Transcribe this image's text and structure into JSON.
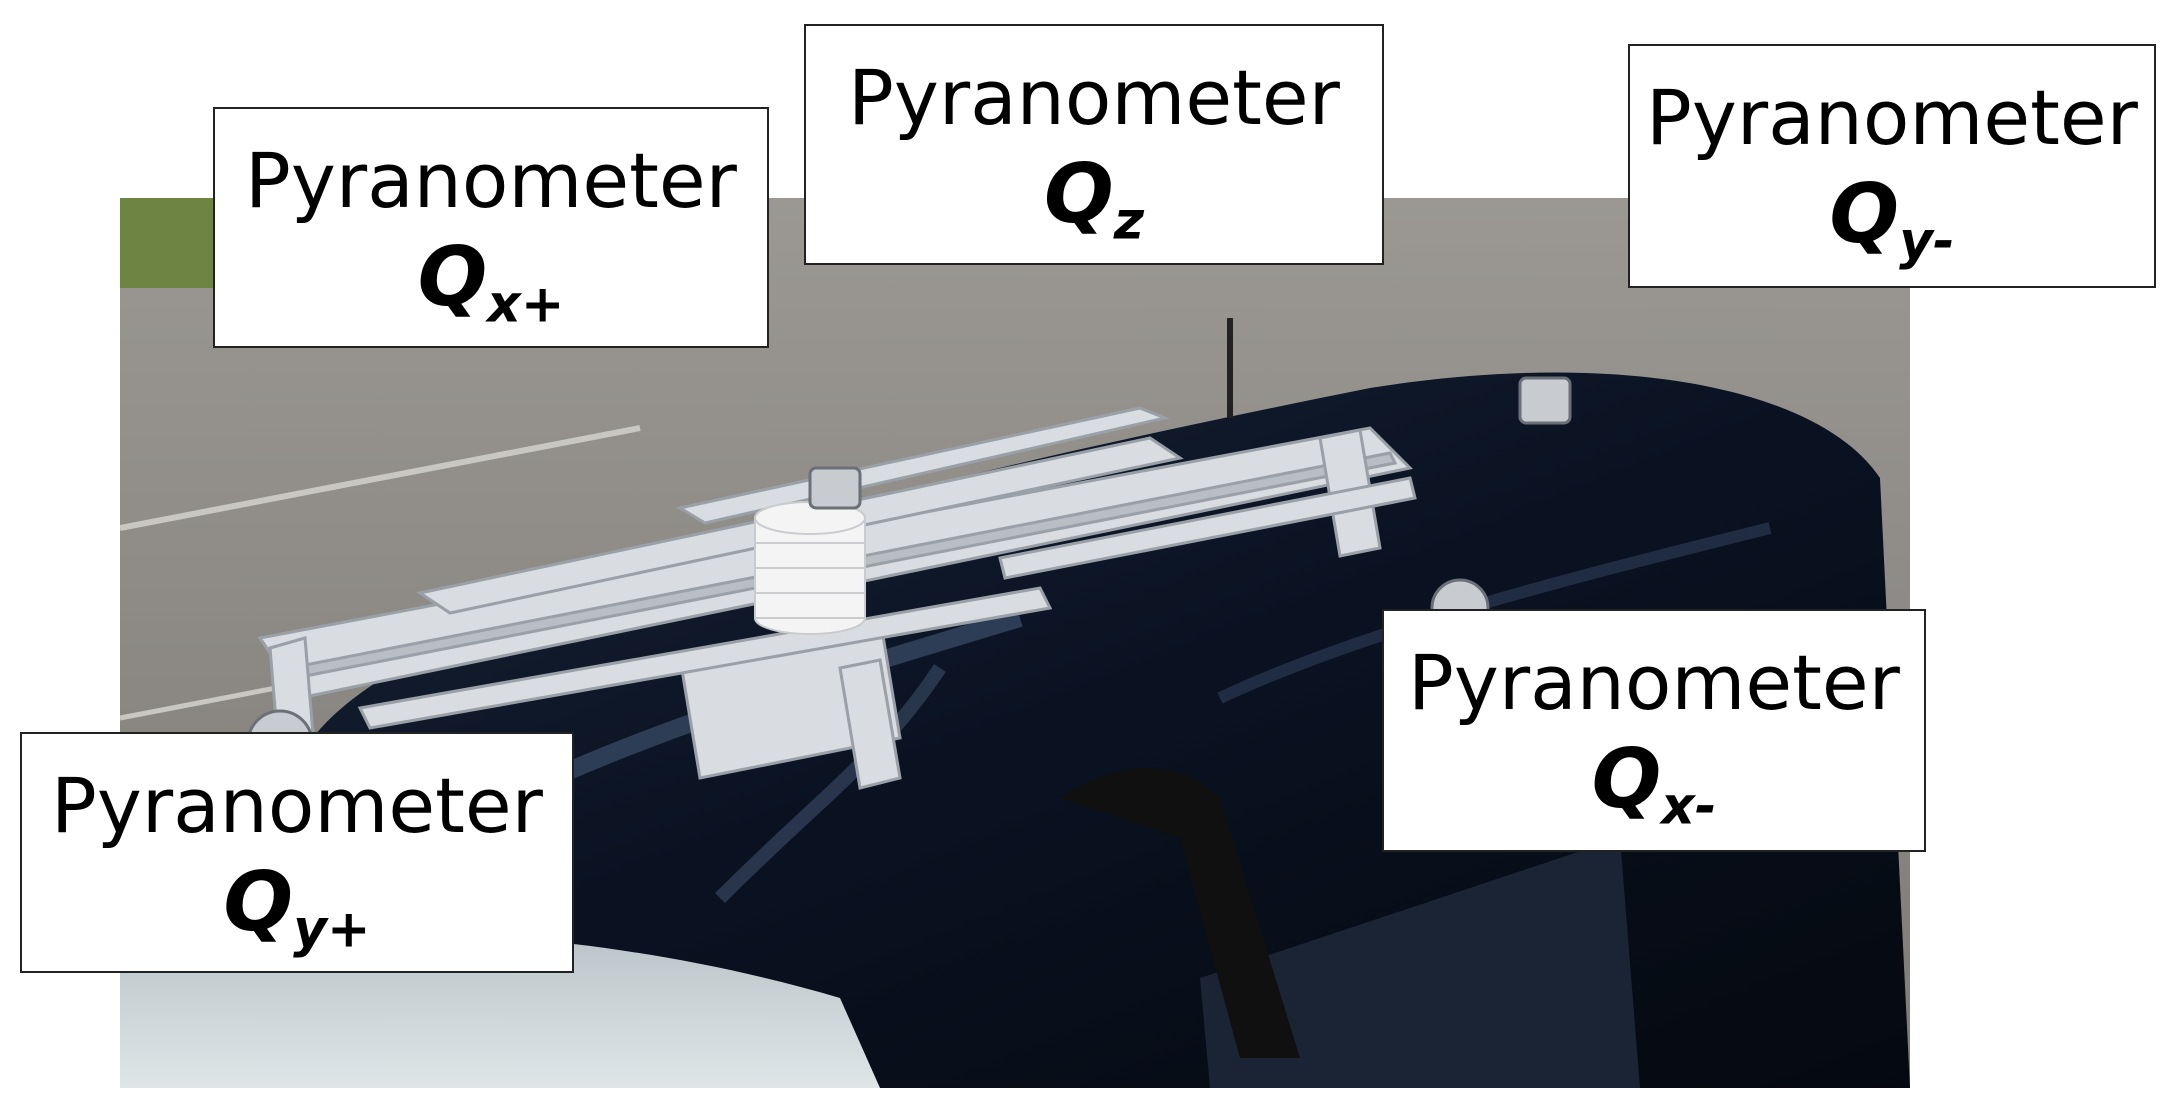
{
  "colors": {
    "sky_bg": "#ffffff",
    "asphalt": "#8a8782",
    "asphalt_dark": "#6f6c68",
    "grass": "#6d8443",
    "van_body": "#0b1424",
    "van_highlight": "#3c4f6a",
    "rack_aluminum": "#d9dce0",
    "rack_shadow": "#9aa0a8",
    "label_border": "#222222"
  },
  "labels": [
    {
      "id": "qx-plus",
      "title": "Pyranometer",
      "symbol": "Q",
      "subscript": "x+"
    },
    {
      "id": "qz",
      "title": "Pyranometer",
      "symbol": "Q",
      "subscript": "z"
    },
    {
      "id": "qy-minus",
      "title": "Pyranometer",
      "symbol": "Q",
      "subscript": "y-"
    },
    {
      "id": "qx-minus",
      "title": "Pyranometer",
      "symbol": "Q",
      "subscript": "x-"
    },
    {
      "id": "qy-plus",
      "title": "Pyranometer",
      "symbol": "Q",
      "subscript": "y+"
    }
  ]
}
